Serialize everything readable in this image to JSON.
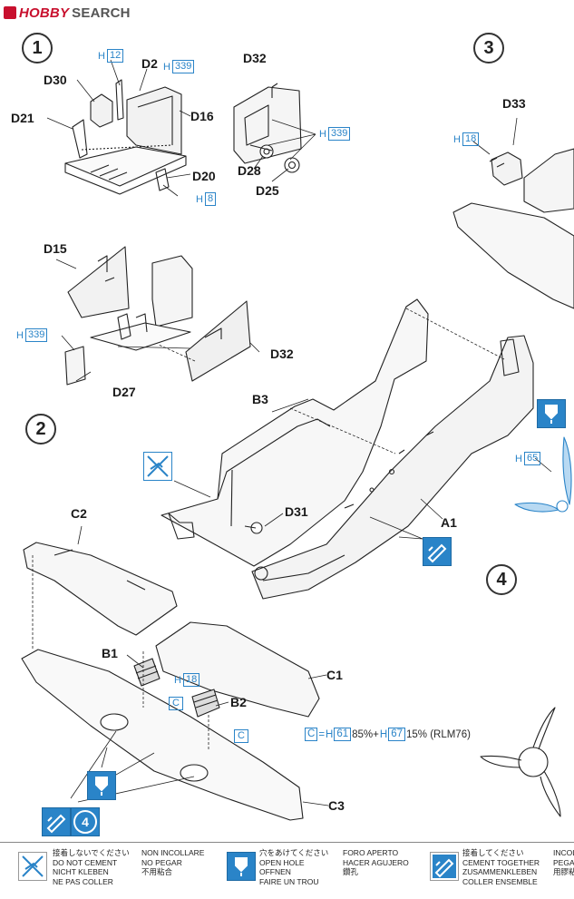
{
  "brand": {
    "word1": "HOBBY",
    "word2": "SEARCH"
  },
  "steps": {
    "s1": "1",
    "s2": "2",
    "s3": "3",
    "s4": "4"
  },
  "labels": {
    "D2": "D2",
    "D30": "D30",
    "D16": "D16",
    "D21": "D21",
    "D20": "D20",
    "D32a": "D32",
    "D28": "D28",
    "D25": "D25",
    "D33": "D33",
    "D15": "D15",
    "D32b": "D32",
    "D27": "D27",
    "B3": "B3",
    "D31": "D31",
    "A1": "A1",
    "C2": "C2",
    "B1": "B1",
    "B2": "B2",
    "C1": "C1",
    "C3": "C3"
  },
  "color_refs": {
    "h12": {
      "prefix": "H",
      "code": "12"
    },
    "h339a": {
      "prefix": "H",
      "code": "339"
    },
    "h339b": {
      "prefix": "H",
      "code": "339"
    },
    "h339c": {
      "prefix": "H",
      "code": "339"
    },
    "h8": {
      "prefix": "H",
      "code": "8"
    },
    "h18a": {
      "prefix": "H",
      "code": "18"
    },
    "h18b": {
      "prefix": "H",
      "code": "18"
    },
    "h65": {
      "prefix": "H",
      "code": "65"
    },
    "c_a": "C",
    "c_b": "C"
  },
  "mix_note": {
    "c": "C",
    "eq": "=",
    "h1": "H",
    "code1": "61",
    "p1": "85%+",
    "h2": "H",
    "code2": "67",
    "p2": "15% (RLM76)"
  },
  "callouts": {
    "step4": "4"
  },
  "legend": {
    "no_cement": {
      "jp": "接着しないでください",
      "en": "DO NOT CEMENT",
      "de": "NICHT KLEBEN",
      "fr": "NE PAS COLLER",
      "it": "NON INCOLLARE",
      "es": "NO PEGAR",
      "zh": "不用粘合"
    },
    "open_hole": {
      "jp": "穴をあけてください",
      "en": "OPEN HOLE",
      "de": "OFFNEN",
      "fr": "FAIRE UN TROU",
      "it": "FORO APERTO",
      "es": "HACER AGUJERO",
      "zh": "鑽孔"
    },
    "cement": {
      "jp": "接着してください",
      "en": "CEMENT TOGETHER",
      "de": "ZUSAMMENKLEBEN",
      "fr": "COLLER ENSEMBLE",
      "it": "INCOL",
      "es": "PEGA",
      "zh": "用膠粘"
    }
  },
  "colors": {
    "accent_blue": "#2a84c8",
    "brand_red": "#c8102e",
    "line": "#1a1a1a"
  }
}
